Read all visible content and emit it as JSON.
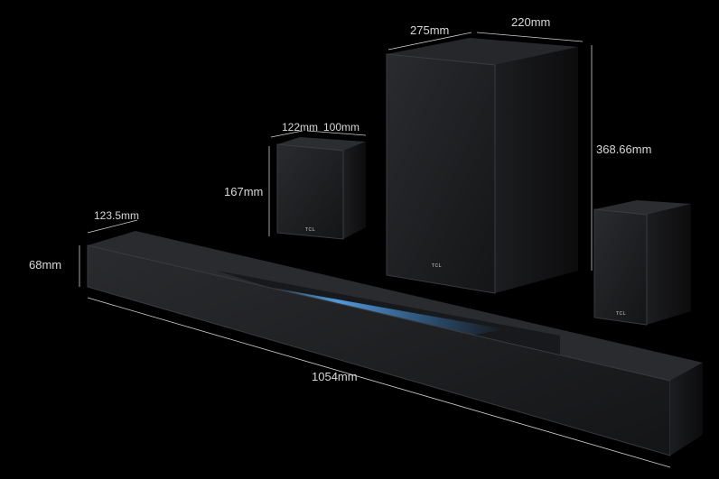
{
  "dimensions": {
    "sub_depth": "275mm",
    "sub_width": "220mm",
    "sub_height": "368.66mm",
    "sat_width": "122mm",
    "sat_depth": "100mm",
    "sat_height": "167mm",
    "bar_depth": "123.5mm",
    "bar_height": "68mm",
    "bar_length": "1054mm"
  },
  "brand": "TCL",
  "colors": {
    "background": "#000000",
    "body": "#1e1f22",
    "accent_glow": "#3a8fe0"
  }
}
